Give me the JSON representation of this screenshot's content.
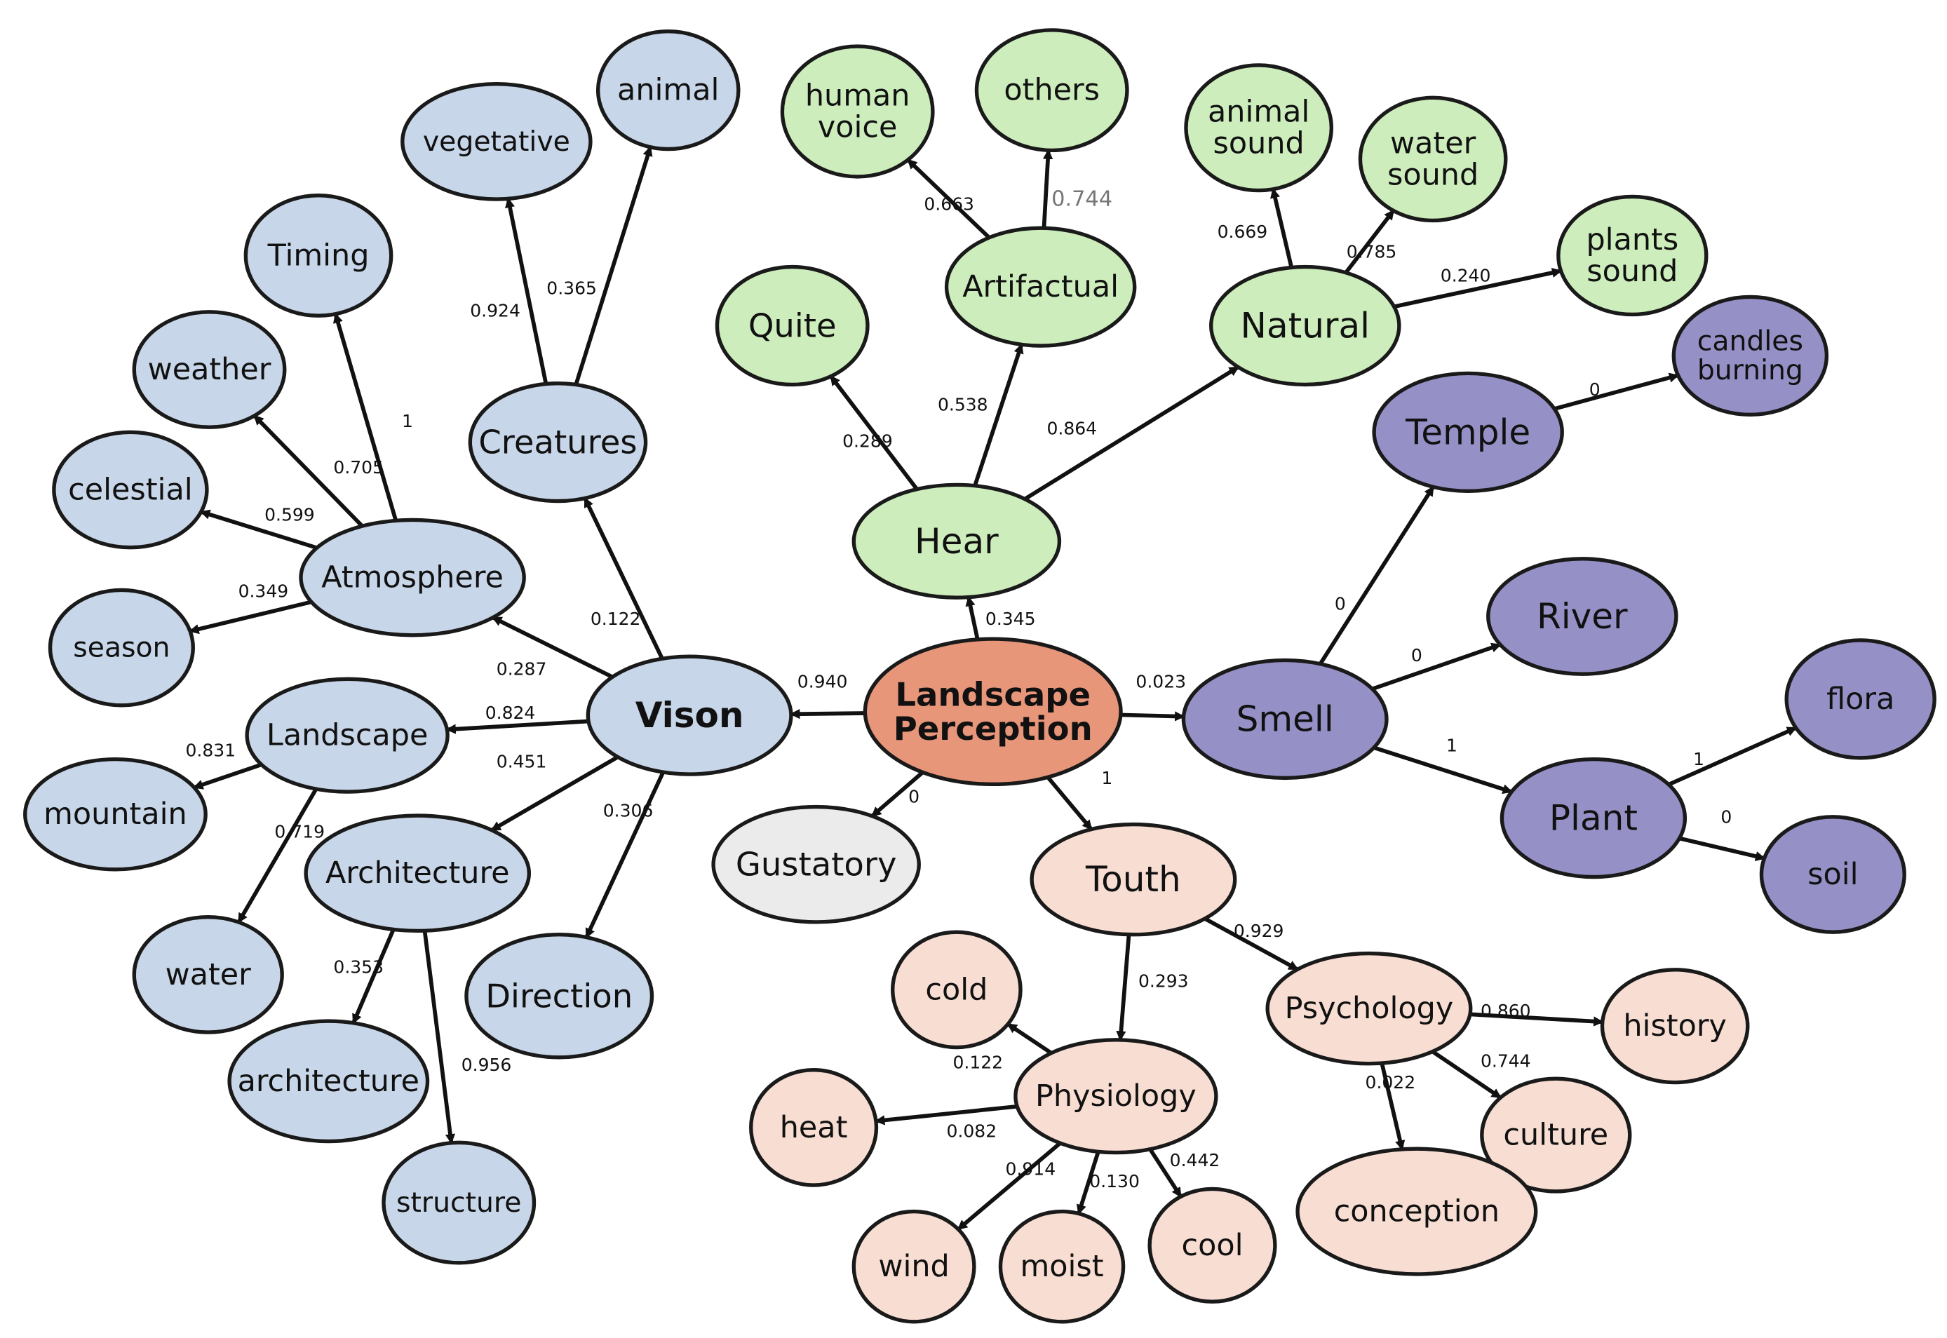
{
  "colors": {
    "center": "#e8967a",
    "vision": "#c7d6e8",
    "hear": "#cdeebc",
    "smell": "#9590c6",
    "touch": "#f8ddd2",
    "gustatory": "#ebebeb"
  },
  "nodes": {
    "landscape_perception": "Landscape\nPerception",
    "vison": "Vison",
    "hear": "Hear",
    "smell": "Smell",
    "touth": "Touth",
    "gustatory": "Gustatory",
    "creatures": "Creatures",
    "vegetative": "vegetative",
    "animal": "animal",
    "atmosphere": "Atmosphere",
    "timing": "Timing",
    "weather": "weather",
    "celestial": "celestial",
    "season": "season",
    "landscape": "Landscape",
    "mountain": "mountain",
    "water": "water",
    "architecture_group": "Architecture",
    "architecture": "architecture",
    "structure": "structure",
    "direction": "Direction",
    "quite": "Quite",
    "artifactual": "Artifactual",
    "human_voice": "human\nvoice",
    "others": "others",
    "natural": "Natural",
    "animal_sound": "animal\nsound",
    "water_sound": "water\nsound",
    "plants_sound": "plants\nsound",
    "temple": "Temple",
    "candles_burning": "candles\nburning",
    "river": "River",
    "plant": "Plant",
    "flora": "flora",
    "soil": "soil",
    "physiology": "Physiology",
    "cold": "cold",
    "heat": "heat",
    "wind": "wind",
    "moist": "moist",
    "cool": "cool",
    "psychology": "Psychology",
    "history": "history",
    "culture": "culture",
    "conception": "conception"
  },
  "edges": [
    {
      "from": "landscape_perception",
      "to": "vison",
      "label": "0.940"
    },
    {
      "from": "landscape_perception",
      "to": "hear",
      "label": "0.345"
    },
    {
      "from": "landscape_perception",
      "to": "smell",
      "label": "0.023"
    },
    {
      "from": "landscape_perception",
      "to": "touth",
      "label": "1"
    },
    {
      "from": "landscape_perception",
      "to": "gustatory",
      "label": "0"
    },
    {
      "from": "vison",
      "to": "creatures",
      "label": "0.122"
    },
    {
      "from": "vison",
      "to": "atmosphere",
      "label": "0.287"
    },
    {
      "from": "vison",
      "to": "landscape",
      "label": "0.824"
    },
    {
      "from": "vison",
      "to": "architecture_group",
      "label": "0.451"
    },
    {
      "from": "vison",
      "to": "direction",
      "label": "0.306"
    },
    {
      "from": "creatures",
      "to": "vegetative",
      "label": "0.924"
    },
    {
      "from": "creatures",
      "to": "animal",
      "label": "0.365"
    },
    {
      "from": "atmosphere",
      "to": "timing",
      "label": "1"
    },
    {
      "from": "atmosphere",
      "to": "weather",
      "label": "0.705"
    },
    {
      "from": "atmosphere",
      "to": "celestial",
      "label": "0.599"
    },
    {
      "from": "atmosphere",
      "to": "season",
      "label": "0.349"
    },
    {
      "from": "landscape",
      "to": "mountain",
      "label": "0.831"
    },
    {
      "from": "landscape",
      "to": "water",
      "label": "0.719"
    },
    {
      "from": "architecture_group",
      "to": "architecture",
      "label": "0.353"
    },
    {
      "from": "architecture_group",
      "to": "structure",
      "label": "0.956"
    },
    {
      "from": "hear",
      "to": "quite",
      "label": "0.289"
    },
    {
      "from": "hear",
      "to": "artifactual",
      "label": "0.538"
    },
    {
      "from": "hear",
      "to": "natural",
      "label": "0.864"
    },
    {
      "from": "artifactual",
      "to": "human_voice",
      "label": "0.663"
    },
    {
      "from": "artifactual",
      "to": "others",
      "label": "0.744"
    },
    {
      "from": "natural",
      "to": "animal_sound",
      "label": "0.669"
    },
    {
      "from": "natural",
      "to": "water_sound",
      "label": "0.785"
    },
    {
      "from": "natural",
      "to": "plants_sound",
      "label": "0.240"
    },
    {
      "from": "smell",
      "to": "temple",
      "label": "0"
    },
    {
      "from": "smell",
      "to": "river",
      "label": "0"
    },
    {
      "from": "smell",
      "to": "plant",
      "label": "1"
    },
    {
      "from": "temple",
      "to": "candles_burning",
      "label": "0"
    },
    {
      "from": "plant",
      "to": "flora",
      "label": "1"
    },
    {
      "from": "plant",
      "to": "soil",
      "label": "0"
    },
    {
      "from": "touth",
      "to": "physiology",
      "label": "0.293"
    },
    {
      "from": "touth",
      "to": "psychology",
      "label": "0.929"
    },
    {
      "from": "physiology",
      "to": "cold",
      "label": "0.122"
    },
    {
      "from": "physiology",
      "to": "heat",
      "label": "0.082"
    },
    {
      "from": "physiology",
      "to": "wind",
      "label": "0.914"
    },
    {
      "from": "physiology",
      "to": "moist",
      "label": "0.130"
    },
    {
      "from": "physiology",
      "to": "cool",
      "label": "0.442"
    },
    {
      "from": "psychology",
      "to": "history",
      "label": "0.860"
    },
    {
      "from": "psychology",
      "to": "culture",
      "label": "0.744"
    },
    {
      "from": "psychology",
      "to": "conception",
      "label": "0.022"
    }
  ]
}
